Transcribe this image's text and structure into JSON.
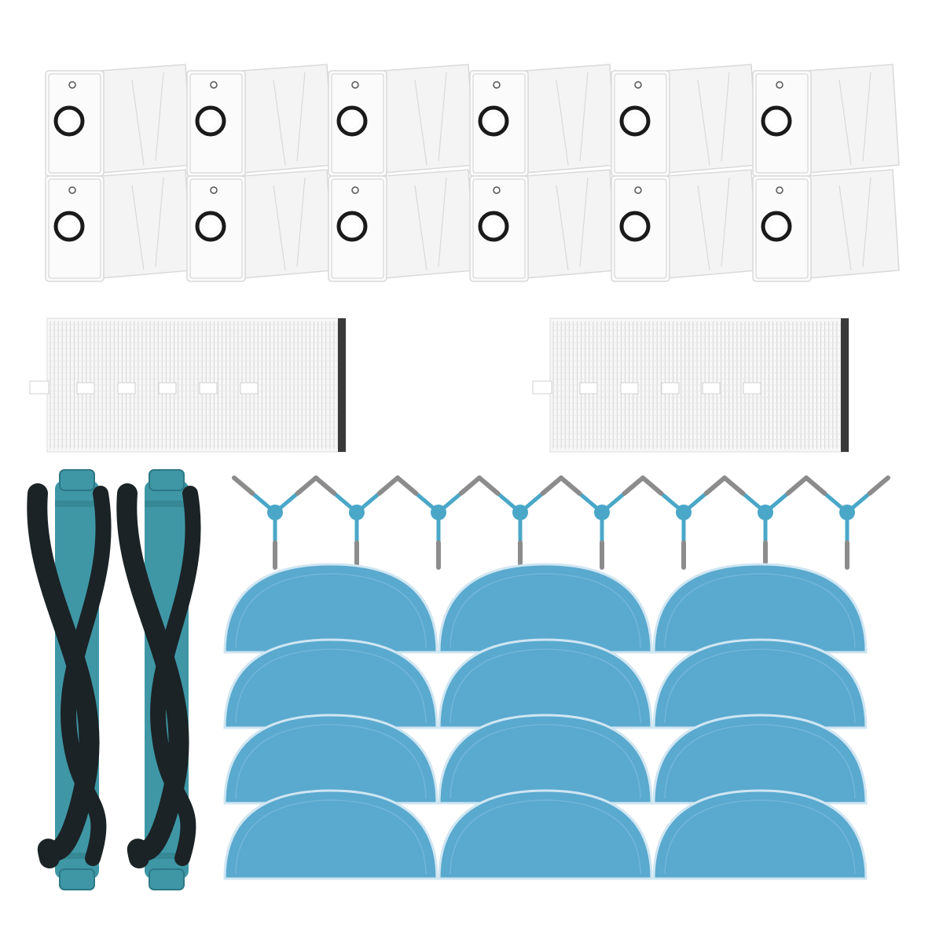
{
  "image": {
    "background": "#ffffff",
    "colors": {
      "bag_white": "#f4f4f4",
      "bag_shadow": "#d9d9d9",
      "bag_ring": "#1a1a1a",
      "filter_white": "#f7f7f7",
      "filter_grid": "#d4d4d4",
      "filter_edge": "#3a3a3a",
      "roller_body": "#3f97a6",
      "roller_bristle": "#1b2326",
      "side_brush_hub": "#4aa7c8",
      "side_brush_arm": "#8c8c8c",
      "mop_blue": "#5aa9cf",
      "mop_edge": "#cfe6f2"
    },
    "items": {
      "dust_bags": {
        "count": 12,
        "rows": 2,
        "columns": 6
      },
      "hepa_filters": {
        "count": 2
      },
      "main_roller_brushes": {
        "count": 2
      },
      "side_brushes": {
        "count": 8
      },
      "mop_pads": {
        "count": 12,
        "rows": 4,
        "columns": 3
      }
    }
  }
}
